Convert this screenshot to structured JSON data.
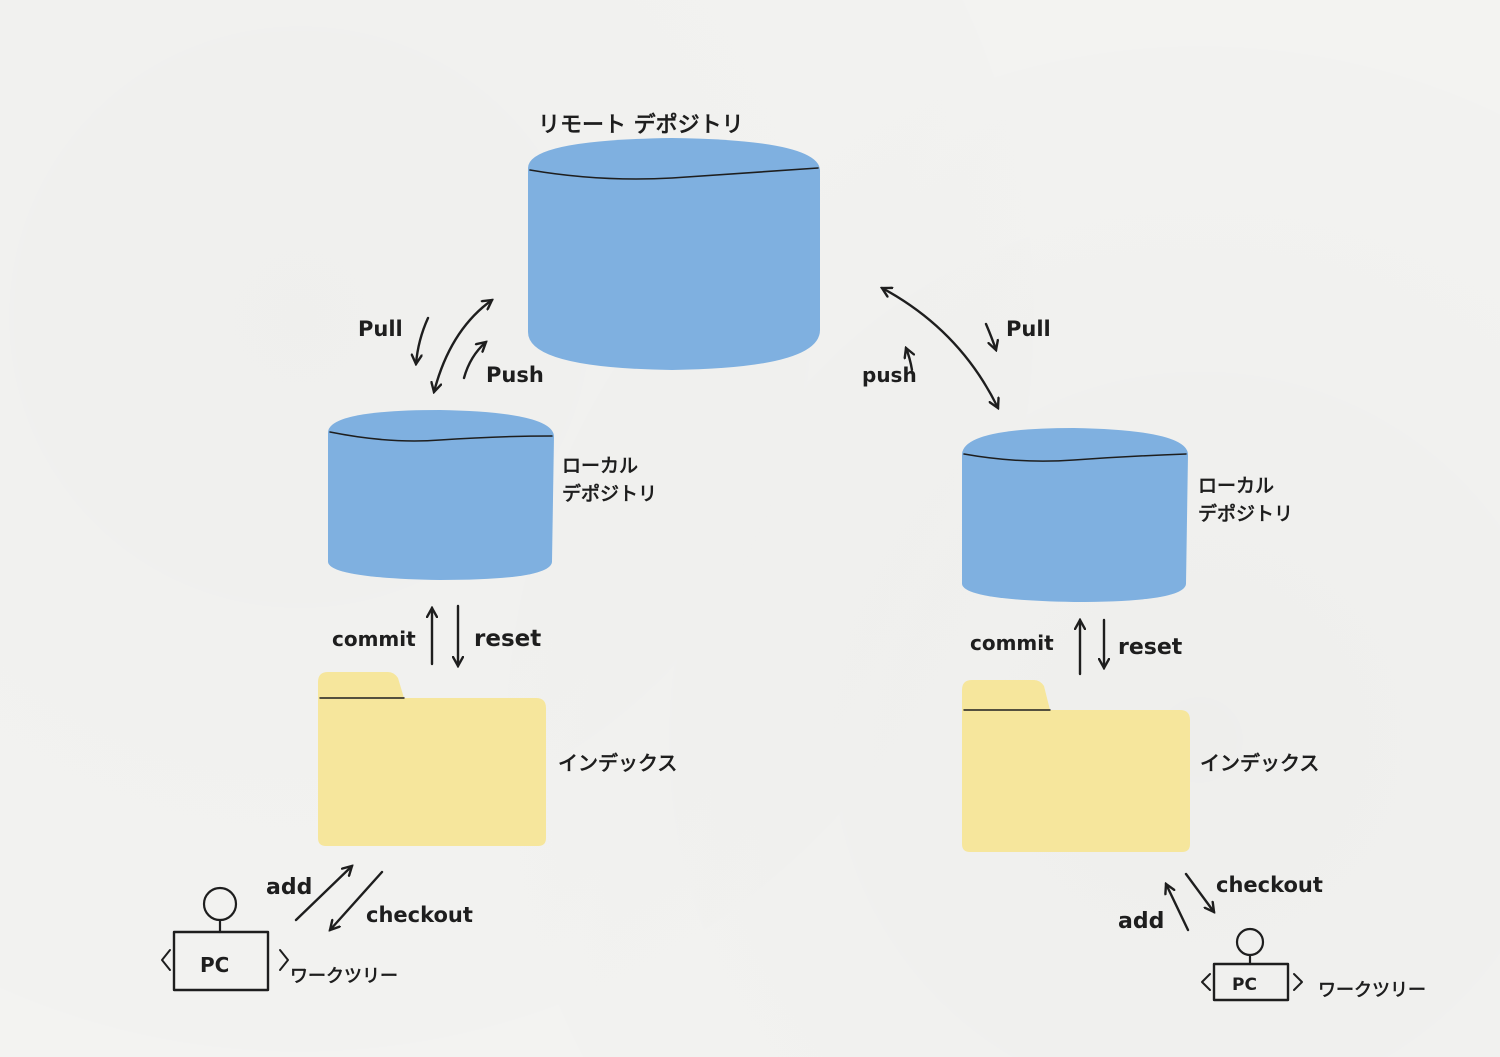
{
  "colors": {
    "repository_fill": "#7fb0e0",
    "index_fill": "#f6e69c",
    "ink": "#1e1e1e"
  },
  "remote": {
    "label": "リモート デポジトリ"
  },
  "left": {
    "pull_label": "Pull",
    "push_label": "Push",
    "local_label_line1": "ローカル",
    "local_label_line2": "デポジトリ",
    "commit_label": "commit",
    "reset_label": "reset",
    "index_label": "インデックス",
    "add_label": "add",
    "checkout_label": "checkout",
    "pc_label": "PC",
    "worktree_label": "ワークツリー"
  },
  "right": {
    "pull_label": "Pull",
    "push_label": "push",
    "local_label_line1": "ローカル",
    "local_label_line2": "デポジトリ",
    "commit_label": "commit",
    "reset_label": "reset",
    "index_label": "インデックス",
    "add_label": "add",
    "checkout_label": "checkout",
    "pc_label": "PC",
    "worktree_label": "ワークツリー"
  }
}
